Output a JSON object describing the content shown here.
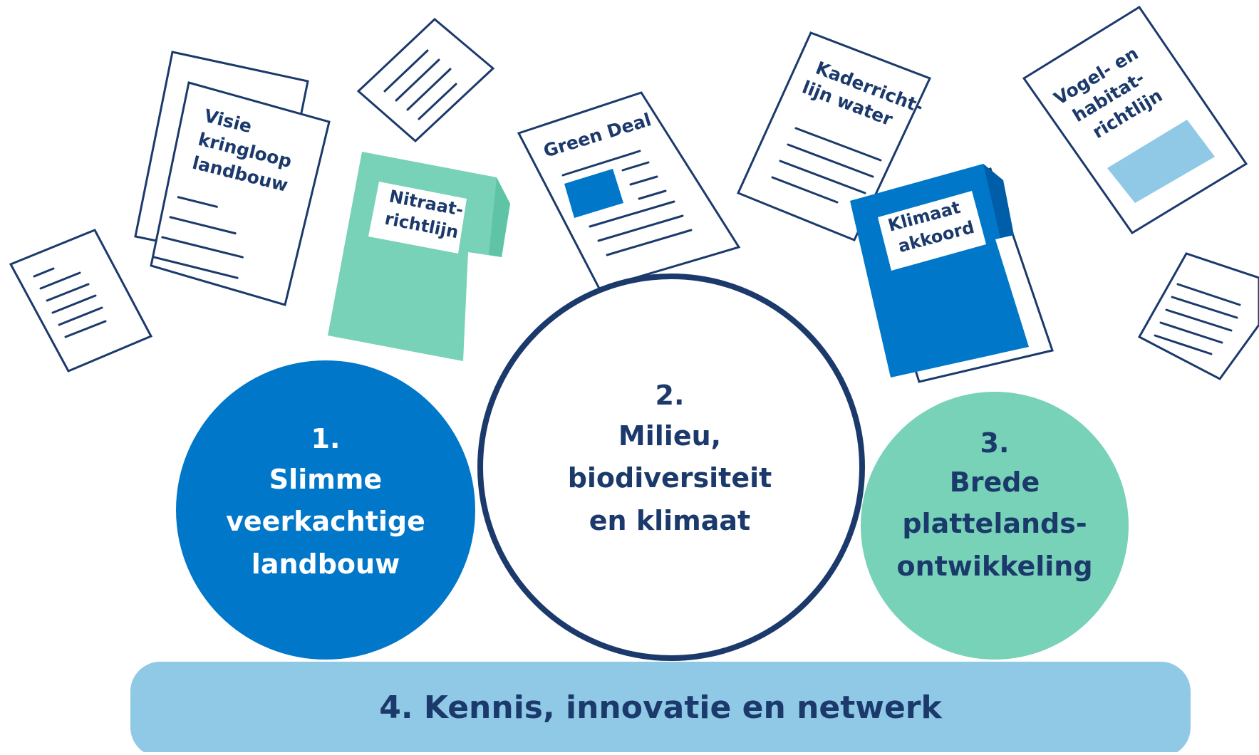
{
  "colors": {
    "navy": "#1b3a6b",
    "blue": "#0077c8",
    "teal": "#78d2b7",
    "light_blue": "#8fc9e6",
    "white": "#ffffff"
  },
  "documents": {
    "visie": [
      "Visie",
      "kringloop",
      "landbouw"
    ],
    "nitraat": [
      "Nitraat-",
      "richtlijn"
    ],
    "green_deal": [
      "Green Deal"
    ],
    "kaderrichtlijn": [
      "Kaderricht-",
      "lijn water"
    ],
    "klimaat": [
      "Klimaat",
      "akkoord"
    ],
    "vogel": [
      "Vogel- en",
      "habitat-",
      "richtlijn"
    ]
  },
  "pillars": {
    "p1": {
      "number": "1.",
      "lines": [
        "Slimme",
        "veerkachtige",
        "landbouw"
      ]
    },
    "p2": {
      "number": "2.",
      "lines": [
        "Milieu,",
        "biodiversiteit",
        "en klimaat"
      ]
    },
    "p3": {
      "number": "3.",
      "lines": [
        "Brede",
        "plattelands-",
        "ontwikkeling"
      ]
    }
  },
  "foundation": {
    "label": "4. Kennis, innovatie en netwerk"
  }
}
